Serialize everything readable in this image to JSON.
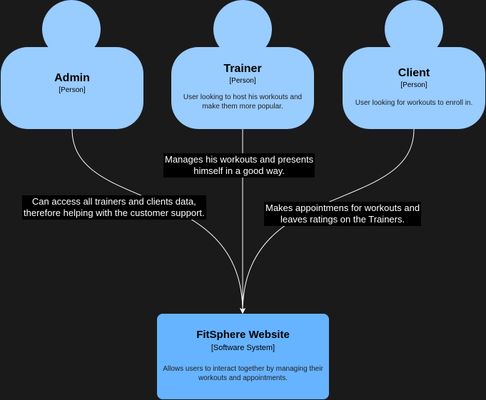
{
  "persons": [
    {
      "id": "admin",
      "name": "Admin",
      "type": "[Person]",
      "description": ""
    },
    {
      "id": "trainer",
      "name": "Trainer",
      "type": "[Person]",
      "description": "User looking to host his workouts and make them more popular."
    },
    {
      "id": "client",
      "name": "Client",
      "type": "[Person]",
      "description": "User looking for workouts to enroll in."
    }
  ],
  "system": {
    "name": "FitSphere Website",
    "type": "[Software System]",
    "description": "Allows users to interact together by managing their workouts and appointments."
  },
  "relationships": [
    {
      "from": "admin",
      "to": "system",
      "label_line1": "Can access all trainers and clients data,",
      "label_line2": "therefore helping with the customer support."
    },
    {
      "from": "trainer",
      "to": "system",
      "label_line1": "Manages his workouts and presents",
      "label_line2": "himself in a good way."
    },
    {
      "from": "client",
      "to": "system",
      "label_line1": "Makes appointmens for workouts and",
      "label_line2": "leaves ratings on the Trainers."
    }
  ],
  "colors": {
    "background": "#1a1a1a",
    "person": "#99ccff",
    "system": "#66b3ff",
    "connector": "#ffffff",
    "label_bg": "#000000"
  }
}
